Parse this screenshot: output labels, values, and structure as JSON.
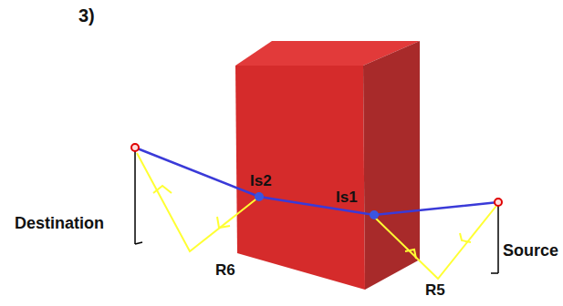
{
  "diagram": {
    "title": "3)",
    "labels": [
      "Is2",
      "Is1",
      "Destination",
      "R6",
      "R5",
      "Source"
    ]
  }
}
